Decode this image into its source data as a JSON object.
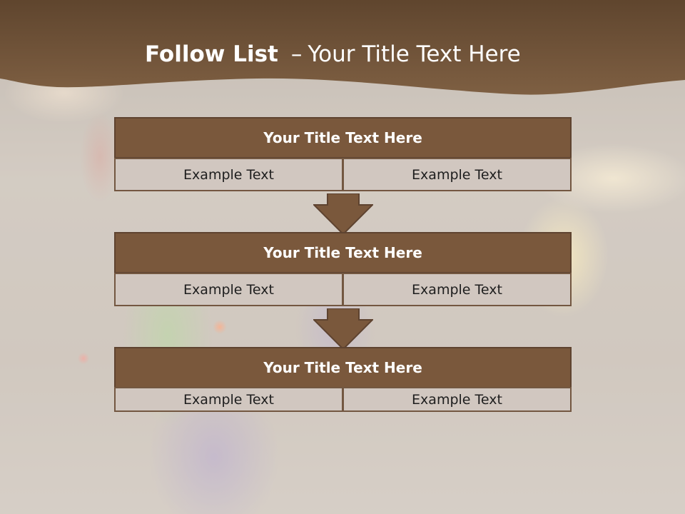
{
  "slide": {
    "title_bold": "Follow List",
    "title_separator": "–",
    "title_rest": "Your Title Text Here"
  },
  "boxes": [
    {
      "title": "Your Title Text Here",
      "left_text": "Example Text",
      "right_text": "Example Text"
    },
    {
      "title": "Your Title Text Here",
      "left_text": "Example Text",
      "right_text": "Example Text"
    },
    {
      "title": "Your Title Text Here",
      "left_text": "Example Text",
      "right_text": "Example Text"
    }
  ],
  "colors": {
    "header_band": "#6b4a2e",
    "box_title_fill": "#7a583c",
    "box_cell_fill": "#d1c7c0",
    "arrow_fill": "#7a583c"
  },
  "icons": [
    "down-arrow-icon"
  ]
}
